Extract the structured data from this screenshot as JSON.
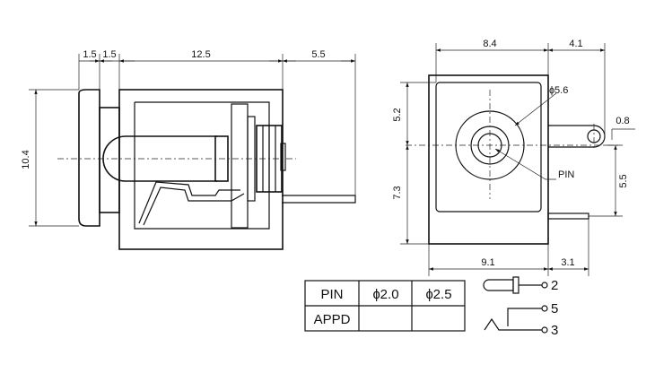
{
  "side_view": {
    "dims_top": [
      "1.5",
      "1.5",
      "12.5",
      "5.5"
    ],
    "dim_left": "10.4"
  },
  "front_view": {
    "width_top": "8.4",
    "offset_top": "4.1",
    "height_upper": "5.2",
    "height_lower": "7.3",
    "bottom_width": "9.1",
    "bottom_offset": "3.1",
    "right_height": "5.5",
    "tab_thickness": "0.8",
    "hole_dia": "ɸ5.6",
    "pin_label": "PIN"
  },
  "pin_table": {
    "headers": [
      "PIN",
      "ɸ2.0",
      "ɸ2.5"
    ],
    "rows": [
      [
        "APPD",
        "",
        ""
      ]
    ]
  },
  "schematic": {
    "pins": [
      "2",
      "5",
      "3"
    ]
  }
}
